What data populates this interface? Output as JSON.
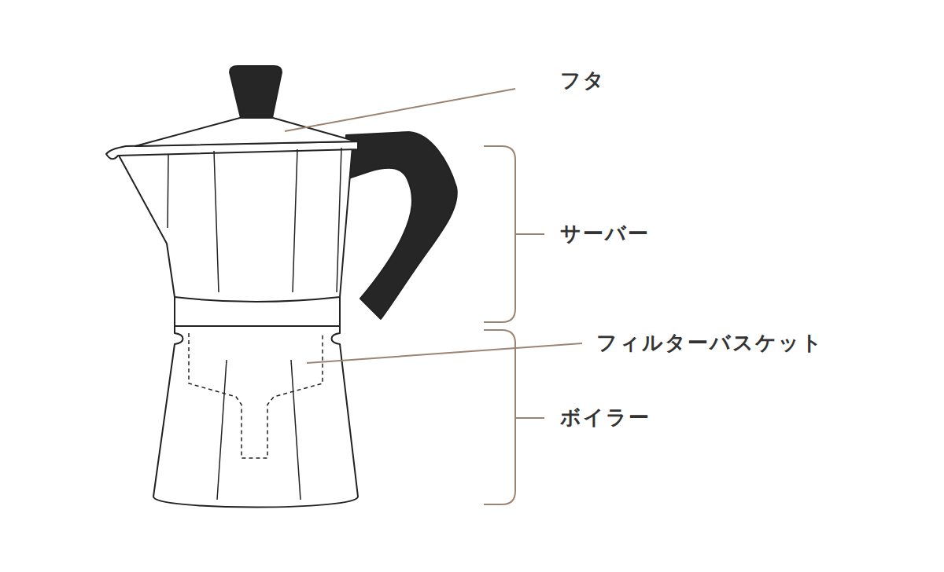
{
  "diagram": {
    "labels": [
      "フタ",
      "サーバー",
      "フィルターバスケット",
      "ボイラー"
    ]
  }
}
